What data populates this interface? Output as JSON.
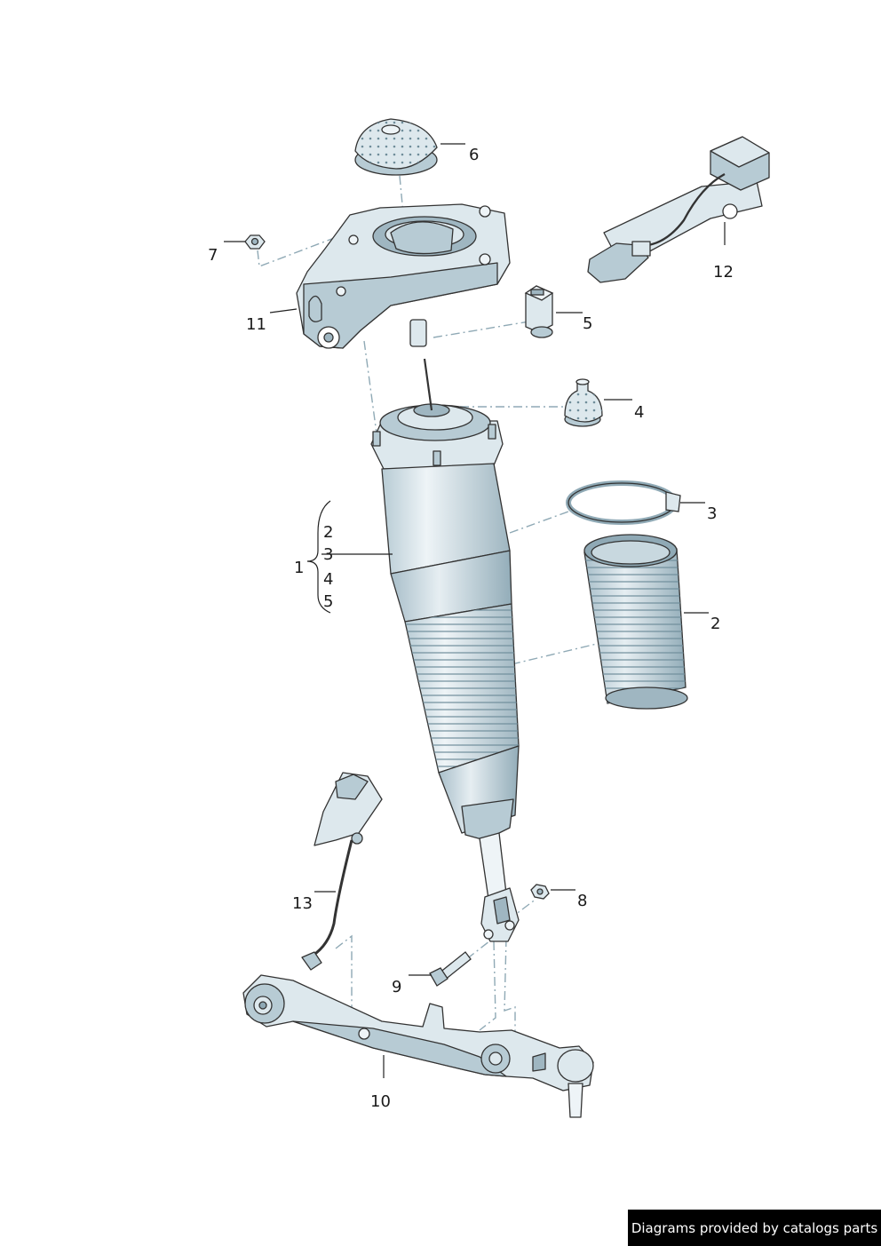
{
  "footer": {
    "text": "Diagrams provided by catalogs parts"
  },
  "callouts": {
    "c1": "1",
    "c2": "2",
    "c3": "3",
    "c4": "4",
    "c5": "5",
    "c6": "6",
    "c7": "7",
    "c8": "8",
    "c9": "9",
    "c10": "10",
    "c11": "11",
    "c12": "12",
    "c13": "13",
    "group_2": "2",
    "group_3": "3",
    "group_4": "4",
    "group_5": "5"
  },
  "colors": {
    "part_fill": "#dde8ed",
    "part_shade": "#b7cbd4",
    "part_dark": "#8fa9b5",
    "outline": "#333333",
    "leader": "#222222",
    "dash": "#8fa9b5"
  }
}
